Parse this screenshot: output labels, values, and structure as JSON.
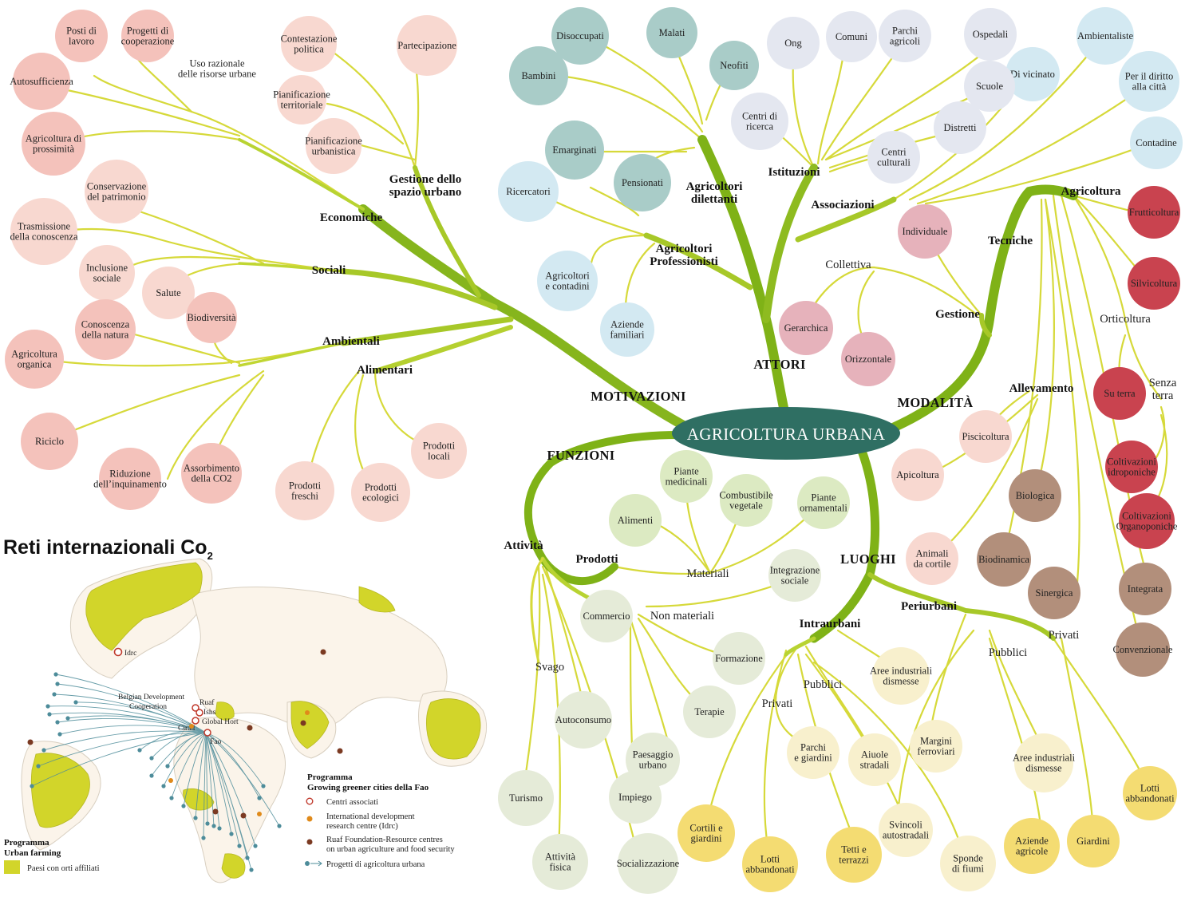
{
  "center": {
    "label": "AGRICOLTURA URBANA",
    "color": "#2f6f63"
  },
  "colors": {
    "trunk": "#7fb217",
    "branch": "#b8d332",
    "twig": "#d9de3b",
    "thin": "#cfcf2e",
    "pink": "#f4c2bb",
    "pink_light": "#f8d8d0",
    "teal": "#a9ccc8",
    "lavender": "#e4e7f0",
    "sky": "#d3e9f2",
    "rose": "#e6b2bb",
    "red": "#c9434f",
    "brown": "#b28f7b",
    "green": "#dceac2",
    "cream": "#f8f0cd",
    "yellow": "#f4dc72",
    "mint": "#e5ebd8"
  },
  "main_labels": [
    {
      "id": "motivazioni",
      "text": "MOTIVAZIONI"
    },
    {
      "id": "attori",
      "text": "ATTORI"
    },
    {
      "id": "modalita",
      "text": "MODALITÀ"
    },
    {
      "id": "funzioni",
      "text": "FUNZIONI"
    },
    {
      "id": "luoghi",
      "text": "LUOGHI"
    }
  ],
  "branch_labels": [
    {
      "id": "gestione-spazio",
      "text": [
        "Gestione dello",
        "spazio urbano"
      ],
      "kind": "branch"
    },
    {
      "id": "economiche",
      "text": [
        "Economiche"
      ],
      "kind": "branch"
    },
    {
      "id": "sociali",
      "text": [
        "Sociali"
      ],
      "kind": "branch"
    },
    {
      "id": "ambientali",
      "text": [
        "Ambientali"
      ],
      "kind": "branch"
    },
    {
      "id": "alimentari",
      "text": [
        "Alimentari"
      ],
      "kind": "branch"
    },
    {
      "id": "agricoltori-dilettanti",
      "text": [
        "Agricoltori",
        "dilettanti"
      ],
      "kind": "branch"
    },
    {
      "id": "istituzioni",
      "text": [
        "Istituzioni"
      ],
      "kind": "branch"
    },
    {
      "id": "associazioni",
      "text": [
        "Associazioni"
      ],
      "kind": "branch"
    },
    {
      "id": "agricoltori-professionisti",
      "text": [
        "Agricoltori",
        "Professionisti"
      ],
      "kind": "branch"
    },
    {
      "id": "agricoltura",
      "text": [
        "Agricoltura"
      ],
      "kind": "branch"
    },
    {
      "id": "tecniche",
      "text": [
        "Tecniche"
      ],
      "kind": "branch"
    },
    {
      "id": "gestione",
      "text": [
        "Gestione"
      ],
      "kind": "branch"
    },
    {
      "id": "allevamento",
      "text": [
        "Allevamento"
      ],
      "kind": "branch"
    },
    {
      "id": "attivita",
      "text": [
        "Attività"
      ],
      "kind": "branch"
    },
    {
      "id": "prodotti",
      "text": [
        "Prodotti"
      ],
      "kind": "branch"
    },
    {
      "id": "intraurbani",
      "text": [
        "Intraurbani"
      ],
      "kind": "branch"
    },
    {
      "id": "periurbani",
      "text": [
        "Periurbani"
      ],
      "kind": "branch"
    },
    {
      "id": "collettiva",
      "text": [
        "Collettiva"
      ],
      "kind": "sub"
    },
    {
      "id": "orticoltura",
      "text": [
        "Orticoltura"
      ],
      "kind": "sub"
    },
    {
      "id": "senza-terra",
      "text": [
        "Senza",
        "terra"
      ],
      "kind": "sub"
    },
    {
      "id": "materiali",
      "text": [
        "Materiali"
      ],
      "kind": "sub"
    },
    {
      "id": "non-materiali",
      "text": [
        "Non materiali"
      ],
      "kind": "sub"
    },
    {
      "id": "svago",
      "text": [
        "Svago"
      ],
      "kind": "sub"
    },
    {
      "id": "pubblici-intra",
      "text": [
        "Pubblici"
      ],
      "kind": "sub"
    },
    {
      "id": "privati-intra",
      "text": [
        "Privati"
      ],
      "kind": "sub"
    },
    {
      "id": "pubblici-peri",
      "text": [
        "Pubblici"
      ],
      "kind": "sub"
    },
    {
      "id": "privati-peri",
      "text": [
        "Privati"
      ],
      "kind": "sub"
    }
  ],
  "nodes": [
    {
      "id": "posti-lavoro",
      "text": [
        "Posti di",
        "lavoro"
      ],
      "color": "pink"
    },
    {
      "id": "progetti-cooperazione",
      "text": [
        "Progetti di",
        "cooperazione"
      ],
      "color": "pink"
    },
    {
      "id": "autosufficienza",
      "text": [
        "Autosufficienza"
      ],
      "color": "pink"
    },
    {
      "id": "uso-razionale",
      "text": [
        "Uso razionale",
        "delle risorse urbane"
      ],
      "color": "none"
    },
    {
      "id": "contestazione",
      "text": [
        "Contestazione",
        "politica"
      ],
      "color": "pink_light"
    },
    {
      "id": "partecipazione",
      "text": [
        "Partecipazione"
      ],
      "color": "pink_light"
    },
    {
      "id": "pian-territoriale",
      "text": [
        "Pianificazione",
        "territoriale"
      ],
      "color": "pink_light"
    },
    {
      "id": "pian-urbanistica",
      "text": [
        "Pianificazione",
        "urbanistica"
      ],
      "color": "pink_light"
    },
    {
      "id": "agricoltura-prossimita",
      "text": [
        "Agricoltura di",
        "prossimità"
      ],
      "color": "pink"
    },
    {
      "id": "conservazione",
      "text": [
        "Conservazione",
        "del patrimonio"
      ],
      "color": "pink_light"
    },
    {
      "id": "trasmissione",
      "text": [
        "Trasmissione",
        "della conoscenza"
      ],
      "color": "pink_light"
    },
    {
      "id": "inclusione",
      "text": [
        "Inclusione",
        "sociale"
      ],
      "color": "pink_light"
    },
    {
      "id": "salute",
      "text": [
        "Salute"
      ],
      "color": "pink_light"
    },
    {
      "id": "biodiversita",
      "text": [
        "Biodiversità"
      ],
      "color": "pink"
    },
    {
      "id": "conoscenza-natura",
      "text": [
        "Conoscenza",
        "della natura"
      ],
      "color": "pink"
    },
    {
      "id": "agricoltura-organica",
      "text": [
        "Agricoltura",
        "organica"
      ],
      "color": "pink"
    },
    {
      "id": "riciclo",
      "text": [
        "Riciclo"
      ],
      "color": "pink"
    },
    {
      "id": "riduzione",
      "text": [
        "Riduzione",
        "dell’inquinamento"
      ],
      "color": "pink"
    },
    {
      "id": "assorbimento",
      "text": [
        "Assorbimento",
        "della CO2"
      ],
      "color": "pink"
    },
    {
      "id": "prodotti-freschi",
      "text": [
        "Prodotti",
        "freschi"
      ],
      "color": "pink_light"
    },
    {
      "id": "prodotti-ecologici",
      "text": [
        "Prodotti",
        "ecologici"
      ],
      "color": "pink_light"
    },
    {
      "id": "prodotti-locali",
      "text": [
        "Prodotti",
        "locali"
      ],
      "color": "pink_light"
    },
    {
      "id": "disoccupati",
      "text": [
        "Disoccupati"
      ],
      "color": "teal"
    },
    {
      "id": "malati",
      "text": [
        "Malati"
      ],
      "color": "teal"
    },
    {
      "id": "bambini",
      "text": [
        "Bambini"
      ],
      "color": "teal"
    },
    {
      "id": "neofiti",
      "text": [
        "Neofiti"
      ],
      "color": "teal"
    },
    {
      "id": "emarginati",
      "text": [
        "Emarginati"
      ],
      "color": "teal"
    },
    {
      "id": "pensionati",
      "text": [
        "Pensionati"
      ],
      "color": "teal"
    },
    {
      "id": "ricercatori",
      "text": [
        "Ricercatori"
      ],
      "color": "sky"
    },
    {
      "id": "ong",
      "text": [
        "Ong"
      ],
      "color": "lavender"
    },
    {
      "id": "comuni",
      "text": [
        "Comuni"
      ],
      "color": "lavender"
    },
    {
      "id": "parchi-agricoli",
      "text": [
        "Parchi",
        "agricoli"
      ],
      "color": "lavender"
    },
    {
      "id": "ospedali",
      "text": [
        "Ospedali"
      ],
      "color": "lavender"
    },
    {
      "id": "di-vicinato",
      "text": [
        "Di vicinato"
      ],
      "color": "sky"
    },
    {
      "id": "ambientaliste",
      "text": [
        "Ambientaliste"
      ],
      "color": "sky"
    },
    {
      "id": "diritto-citta",
      "text": [
        "Per il diritto",
        "alla città"
      ],
      "color": "sky"
    },
    {
      "id": "centri-ricerca",
      "text": [
        "Centri di",
        "ricerca"
      ],
      "color": "lavender"
    },
    {
      "id": "scuole",
      "text": [
        "Scuole"
      ],
      "color": "lavender"
    },
    {
      "id": "distretti",
      "text": [
        "Distretti"
      ],
      "color": "lavender"
    },
    {
      "id": "centri-culturali",
      "text": [
        "Centri",
        "culturali"
      ],
      "color": "lavender"
    },
    {
      "id": "contadine",
      "text": [
        "Contadine"
      ],
      "color": "sky"
    },
    {
      "id": "agricoltori-contadini",
      "text": [
        "Agricoltori",
        "e contadini"
      ],
      "color": "sky"
    },
    {
      "id": "aziende-familiari",
      "text": [
        "Aziende",
        "familiari"
      ],
      "color": "sky"
    },
    {
      "id": "individuale",
      "text": [
        "Individuale"
      ],
      "color": "rose"
    },
    {
      "id": "gerarchica",
      "text": [
        "Gerarchica"
      ],
      "color": "rose"
    },
    {
      "id": "orizzontale",
      "text": [
        "Orizzontale"
      ],
      "color": "rose"
    },
    {
      "id": "frutticoltura",
      "text": [
        "Frutticoltura"
      ],
      "color": "red"
    },
    {
      "id": "silvicoltura",
      "text": [
        "Silvicoltura"
      ],
      "color": "red"
    },
    {
      "id": "su-terra",
      "text": [
        "Su terra"
      ],
      "color": "red"
    },
    {
      "id": "coltivazioni-idroponiche",
      "text": [
        "Coltivazioni",
        "idroponiche"
      ],
      "color": "red"
    },
    {
      "id": "coltivazioni-organoponiche",
      "text": [
        "Coltivazioni",
        "Organoponiche"
      ],
      "color": "red"
    },
    {
      "id": "integrata",
      "text": [
        "Integrata"
      ],
      "color": "brown"
    },
    {
      "id": "convenzionale",
      "text": [
        "Convenzionale"
      ],
      "color": "brown"
    },
    {
      "id": "biologica",
      "text": [
        "Biologica"
      ],
      "color": "brown"
    },
    {
      "id": "biodinamica",
      "text": [
        "Biodinamica"
      ],
      "color": "brown"
    },
    {
      "id": "sinergica",
      "text": [
        "Sinergica"
      ],
      "color": "brown"
    },
    {
      "id": "piscicoltura",
      "text": [
        "Piscicoltura"
      ],
      "color": "pink_light"
    },
    {
      "id": "apicoltura",
      "text": [
        "Apicoltura"
      ],
      "color": "pink_light"
    },
    {
      "id": "animali-cortile",
      "text": [
        "Animali",
        "da cortile"
      ],
      "color": "pink_light"
    },
    {
      "id": "piante-medicinali",
      "text": [
        "Piante",
        "medicinali"
      ],
      "color": "green"
    },
    {
      "id": "combustibile",
      "text": [
        "Combustibile",
        "vegetale"
      ],
      "color": "green"
    },
    {
      "id": "piante-ornamentali",
      "text": [
        "Piante",
        "ornamentali"
      ],
      "color": "green"
    },
    {
      "id": "alimenti",
      "text": [
        "Alimenti"
      ],
      "color": "green"
    },
    {
      "id": "integrazione",
      "text": [
        "Integrazione",
        "sociale"
      ],
      "color": "mint"
    },
    {
      "id": "commercio",
      "text": [
        "Commercio"
      ],
      "color": "mint"
    },
    {
      "id": "formazione",
      "text": [
        "Formazione"
      ],
      "color": "mint"
    },
    {
      "id": "terapie",
      "text": [
        "Terapie"
      ],
      "color": "mint"
    },
    {
      "id": "autoconsumo",
      "text": [
        "Autoconsumo"
      ],
      "color": "mint"
    },
    {
      "id": "paesaggio",
      "text": [
        "Paesaggio",
        "urbano"
      ],
      "color": "mint"
    },
    {
      "id": "impiego",
      "text": [
        "Impiego"
      ],
      "color": "mint"
    },
    {
      "id": "turismo",
      "text": [
        "Turismo"
      ],
      "color": "mint"
    },
    {
      "id": "attivita-fisica",
      "text": [
        "Attività",
        "fisica"
      ],
      "color": "mint"
    },
    {
      "id": "socializzazione",
      "text": [
        "Socializzazione"
      ],
      "color": "mint"
    },
    {
      "id": "aree-ind-intra",
      "text": [
        "Aree industriali",
        "dismesse"
      ],
      "color": "cream"
    },
    {
      "id": "parchi-giardini",
      "text": [
        "Parchi",
        "e giardini"
      ],
      "color": "cream"
    },
    {
      "id": "aiuole",
      "text": [
        "Aiuole",
        "stradali"
      ],
      "color": "cream"
    },
    {
      "id": "margini-ferroviari",
      "text": [
        "Margini",
        "ferroviari"
      ],
      "color": "cream"
    },
    {
      "id": "aree-ind-peri",
      "text": [
        "Aree industriali",
        "dismesse"
      ],
      "color": "cream"
    },
    {
      "id": "lotti-abb-peri",
      "text": [
        "Lotti",
        "abbandonati"
      ],
      "color": "yellow"
    },
    {
      "id": "cortili-giardini",
      "text": [
        "Cortili e",
        "giardini"
      ],
      "color": "yellow"
    },
    {
      "id": "lotti-abb-intra",
      "text": [
        "Lotti",
        "abbandonati"
      ],
      "color": "yellow"
    },
    {
      "id": "tetti-terrazzi",
      "text": [
        "Tetti e",
        "terrazzi"
      ],
      "color": "yellow"
    },
    {
      "id": "svincoli",
      "text": [
        "Svincoli",
        "autostradali"
      ],
      "color": "cream"
    },
    {
      "id": "sponde-fiumi",
      "text": [
        "Sponde",
        "di fiumi"
      ],
      "color": "cream"
    },
    {
      "id": "aziende-agricole",
      "text": [
        "Aziende",
        "agricole"
      ],
      "color": "yellow"
    },
    {
      "id": "giardini",
      "text": [
        "Giardini"
      ],
      "color": "yellow"
    }
  ],
  "map": {
    "title": "Reti internazionali Co",
    "title_sub": "2",
    "labels": {
      "idrc": "Idrc",
      "belgian": [
        "Belgian Development",
        "Cooperation"
      ],
      "ruaf": "Ruaf",
      "ishs": "Ishs",
      "globalhort": "Global Hort",
      "cirad": "Cirad",
      "fao": "Fao"
    },
    "legend_title": [
      "Programma",
      "Growing greener cities della Fao"
    ],
    "legend": [
      {
        "marker": "ring",
        "text": [
          "Centri associati"
        ]
      },
      {
        "marker": "orange",
        "text": [
          "International development",
          "research centre (Idrc)"
        ]
      },
      {
        "marker": "brown",
        "text": [
          "Ruaf Foundation-Resource centres",
          "on urban agriculture and food security"
        ]
      },
      {
        "marker": "arrow",
        "text": [
          "Progetti di agricoltura urbana"
        ]
      }
    ],
    "urban_farming_title": [
      "Programma",
      "Urban farming"
    ],
    "urban_farming_item": "Paesi con orti affiliati",
    "colors": {
      "land": "#fbf4ea",
      "highlight": "#d2d52a",
      "route": "#4d8c9a",
      "brown": "#7b3a22",
      "orange": "#e08a1a",
      "ring": "#c0392b",
      "ocean": "#ffffff"
    }
  }
}
